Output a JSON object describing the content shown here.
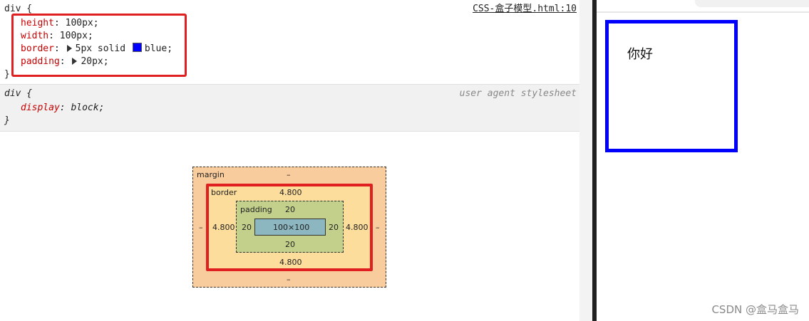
{
  "styles_pane": {
    "rule1": {
      "selector_line": "div {",
      "source": "CSS-盒子模型.html:10",
      "declarations": [
        {
          "property": "height",
          "value": "100px;"
        },
        {
          "property": "width",
          "value": "100px;"
        },
        {
          "property": "border",
          "value_prefix": "5px solid",
          "color_name": "blue;",
          "swatch_color": "#0000ff"
        },
        {
          "property": "padding",
          "value": "20px;"
        }
      ],
      "closing": "}"
    },
    "rule2": {
      "selector_line": "div {",
      "source": "user agent stylesheet",
      "declarations": [
        {
          "property": "display",
          "value": "block;"
        }
      ],
      "closing": "}"
    }
  },
  "box_model": {
    "margin": {
      "label": "margin",
      "top": "–",
      "bottom": "–",
      "left": "–",
      "right": "–"
    },
    "border": {
      "label": "border",
      "top": "4.800",
      "bottom": "4.800",
      "left": "4.800",
      "right": "4.800"
    },
    "padding": {
      "label": "padding",
      "top": "20",
      "bottom": "20",
      "left": "20",
      "right": "20"
    },
    "content": "100×100"
  },
  "preview": {
    "text": "你好",
    "box_border_color": "#0000ff"
  },
  "watermark": "CSDN @盒马盒马",
  "colors": {
    "highlight": "#e02020",
    "property": "#c80000"
  }
}
